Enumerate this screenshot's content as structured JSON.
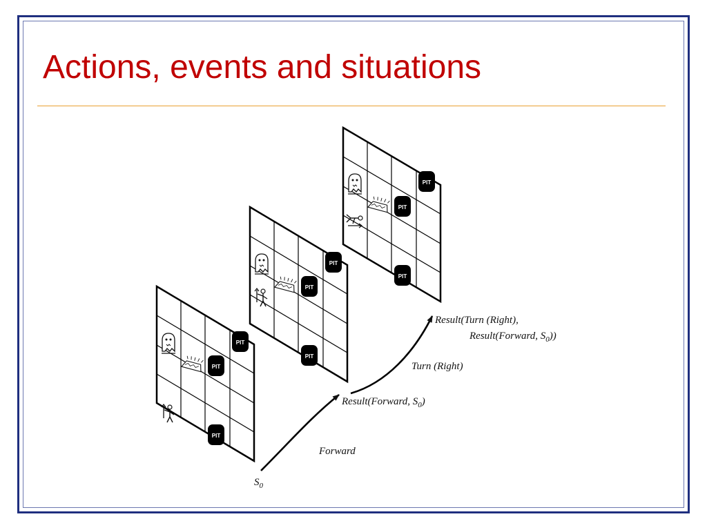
{
  "slide": {
    "title": "Actions, events and situations"
  },
  "diagram": {
    "pit_label": "PIT",
    "states": [
      {
        "name": "S0"
      },
      {
        "name": "Result(Forward, S0)"
      },
      {
        "name": "Result(Turn (Right), Result(Forward, S0))"
      }
    ],
    "labels": {
      "s0": "S",
      "s0_sub": "0",
      "forward": "Forward",
      "turn_right": "Turn (Right)",
      "result_forward_pre": "Result(Forward, S",
      "result_forward_sub": "0",
      "result_forward_post": ")",
      "result_turn_line1": "Result(Turn (Right),",
      "result_turn_line2_pre": "Result(Forward, S",
      "result_turn_line2_sub": "0",
      "result_turn_line2_post": "))"
    }
  }
}
